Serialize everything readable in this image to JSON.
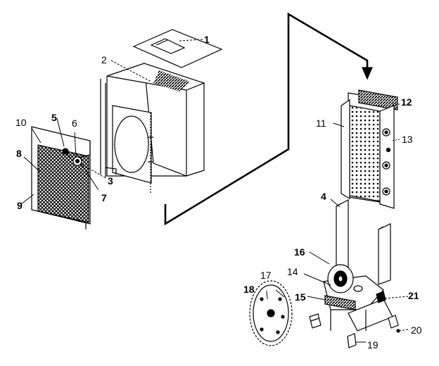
{
  "diagram": {
    "parts": [
      {
        "id": "p1",
        "label": "1"
      },
      {
        "id": "p2",
        "label": "2"
      },
      {
        "id": "p3",
        "label": "3"
      },
      {
        "id": "p4",
        "label": "4"
      },
      {
        "id": "p5",
        "label": "5"
      },
      {
        "id": "p6",
        "label": "6"
      },
      {
        "id": "p7",
        "label": "7"
      },
      {
        "id": "p8",
        "label": "8"
      },
      {
        "id": "p9",
        "label": "9"
      },
      {
        "id": "p10",
        "label": "10"
      },
      {
        "id": "p11",
        "label": "11"
      },
      {
        "id": "p12",
        "label": "12"
      },
      {
        "id": "p13",
        "label": "13"
      },
      {
        "id": "p14",
        "label": "14"
      },
      {
        "id": "p15",
        "label": "15"
      },
      {
        "id": "p16",
        "label": "16"
      },
      {
        "id": "p17",
        "label": "17"
      },
      {
        "id": "p18",
        "label": "18"
      },
      {
        "id": "p19",
        "label": "19"
      },
      {
        "id": "p20",
        "label": "20"
      },
      {
        "id": "p21",
        "label": "21"
      }
    ]
  }
}
